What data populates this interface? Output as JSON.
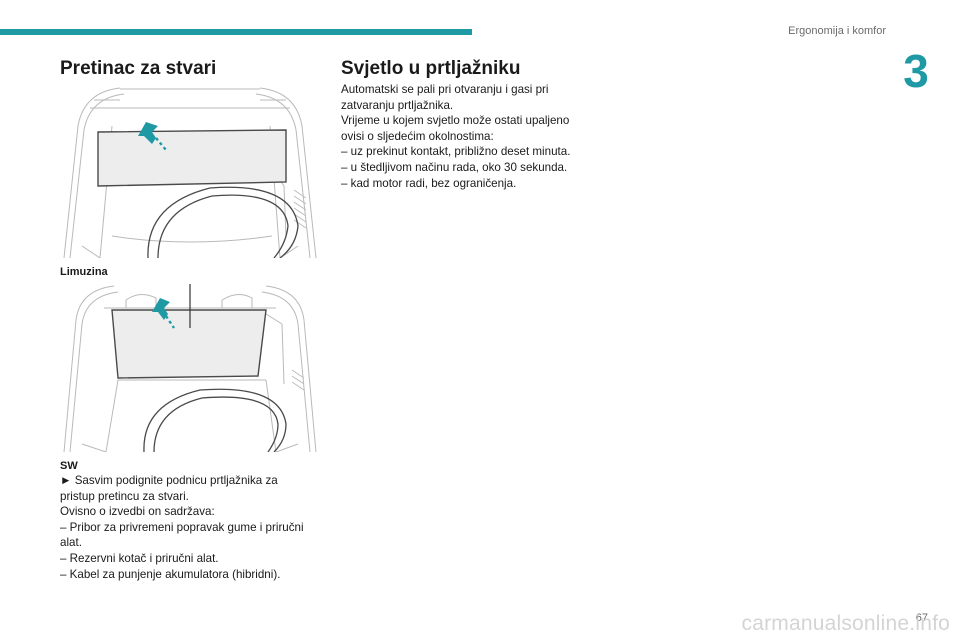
{
  "header": {
    "chapter_title": "Ergonomija i komfor",
    "chapter_number": "3",
    "accent_color": "#1f9aa5"
  },
  "left": {
    "title": "Pretinac za stvari",
    "figure1_caption": "Limuzina",
    "figure2_caption": "SW",
    "lines": [
      "► Sasvim podignite podnicu prtljažnika za",
      "pristup pretincu za stvari.",
      "Ovisno o izvedbi on sadržava:",
      "– Pribor za privremeni popravak gume i priručni",
      "alat.",
      "– Rezervni kotač i priručni alat.",
      "– Kabel za punjenje akumulatora (hibridni)."
    ]
  },
  "right": {
    "title": "Svjetlo u prtljažniku",
    "lines": [
      "Automatski se pali pri otvaranju i gasi pri",
      "zatvaranju prtljažnika.",
      "Vrijeme u kojem svjetlo može ostati upaljeno",
      "ovisi o sljedećim okolnostima:",
      "– uz prekinut kontakt, približno deset minuta.",
      "– u štedljivom načinu rada, oko 30 sekunda.",
      "– kad motor radi, bez ograničenja."
    ]
  },
  "footer": {
    "page_number": "67",
    "watermark": "carmanualsonline.info"
  }
}
